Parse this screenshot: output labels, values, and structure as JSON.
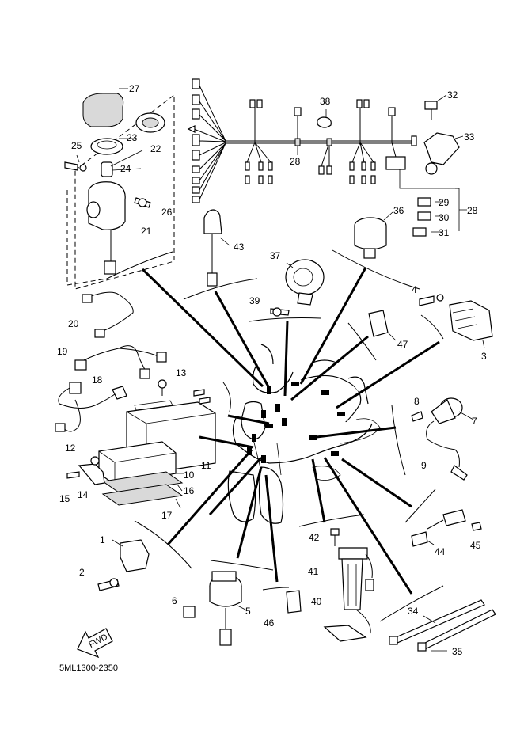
{
  "diagram_code": "5ML1300-2350",
  "fwd_label": "FWD",
  "part_numbers": [
    "1",
    "2",
    "3",
    "4",
    "5",
    "6",
    "7",
    "8",
    "9",
    "10",
    "11",
    "12",
    "13",
    "14",
    "15",
    "16",
    "17",
    "18",
    "19",
    "20",
    "21",
    "22",
    "23",
    "24",
    "25",
    "26",
    "27",
    "28",
    "29",
    "30",
    "31",
    "32",
    "33",
    "34",
    "35",
    "36",
    "37",
    "38",
    "39",
    "40",
    "41",
    "42",
    "43",
    "44",
    "45",
    "46",
    "47"
  ]
}
